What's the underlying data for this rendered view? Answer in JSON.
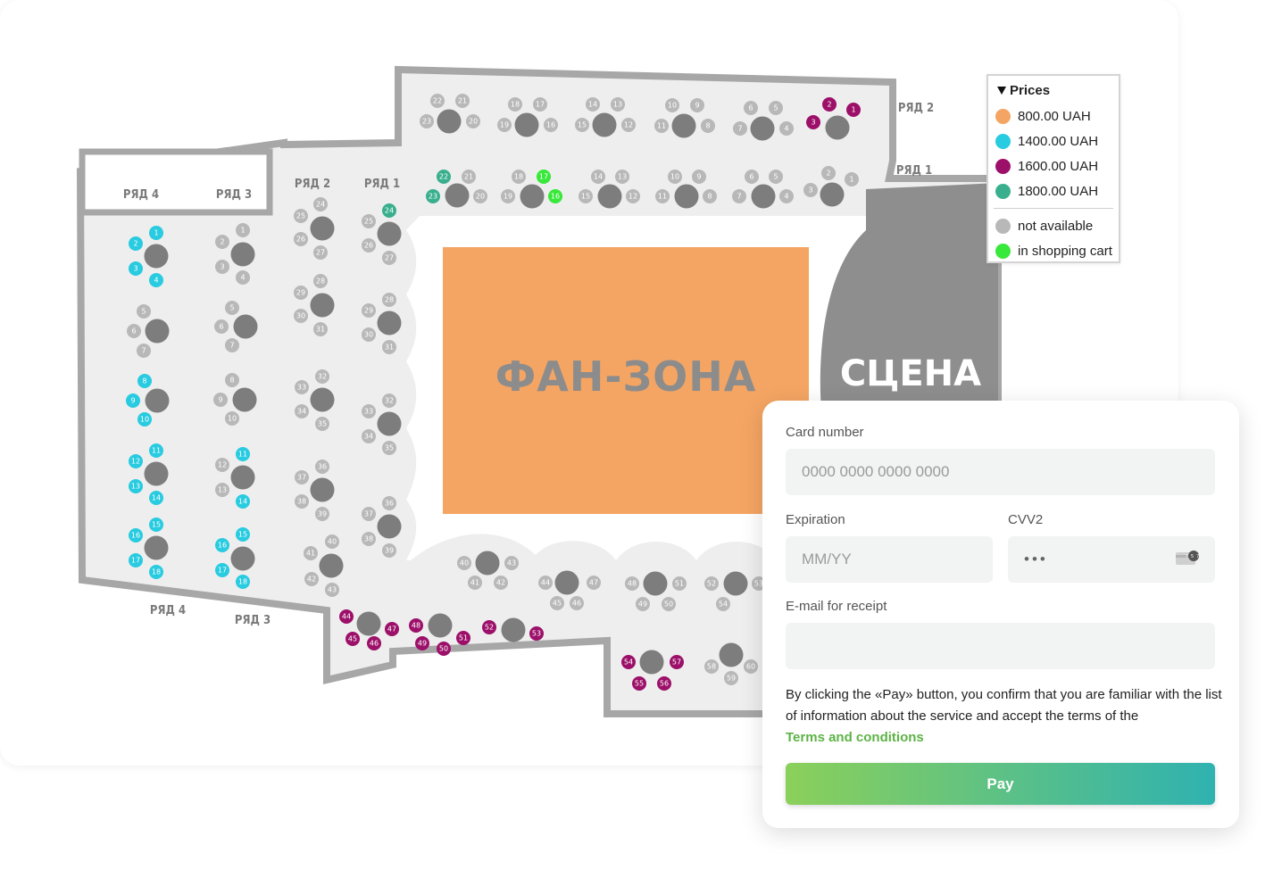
{
  "colors": {
    "c800": "#f4a563",
    "c1400": "#28cbe0",
    "c1600": "#9c1069",
    "c1800": "#3aaf8e",
    "na": "#b8b8b8",
    "cart": "#38e83a",
    "table": "#7d7d7d",
    "wall": "#a7a7a7",
    "floor": "#eeeeee",
    "fanzone": "#f4a563",
    "stage": "#8e8e8e",
    "accent": "#5db346"
  },
  "map": {
    "fanzone_label": "ФАН-ЗОНА",
    "stage_label": "СЦЕНА",
    "row_labels": [
      "РЯД 4",
      "РЯД 3",
      "РЯД 2",
      "РЯД 1",
      "РЯД 2",
      "РЯД 1",
      "РЯД 4",
      "РЯД 3"
    ],
    "tables": [
      {
        "seats": [
          {
            "n": "22",
            "c": "na"
          },
          {
            "n": "21",
            "c": "na"
          },
          {
            "n": "23",
            "c": "na"
          },
          {
            "n": "20",
            "c": "na"
          }
        ]
      },
      {
        "seats": [
          {
            "n": "18",
            "c": "na"
          },
          {
            "n": "17",
            "c": "na"
          },
          {
            "n": "19",
            "c": "na"
          },
          {
            "n": "16",
            "c": "na"
          }
        ]
      },
      {
        "seats": [
          {
            "n": "14",
            "c": "na"
          },
          {
            "n": "13",
            "c": "na"
          },
          {
            "n": "15",
            "c": "na"
          },
          {
            "n": "12",
            "c": "na"
          }
        ]
      },
      {
        "seats": [
          {
            "n": "10",
            "c": "na"
          },
          {
            "n": "9",
            "c": "na"
          },
          {
            "n": "11",
            "c": "na"
          },
          {
            "n": "8",
            "c": "na"
          }
        ]
      },
      {
        "seats": [
          {
            "n": "6",
            "c": "na"
          },
          {
            "n": "5",
            "c": "na"
          },
          {
            "n": "7",
            "c": "na"
          },
          {
            "n": "4",
            "c": "na"
          }
        ]
      },
      {
        "seats": [
          {
            "n": "2",
            "c": "c1600"
          },
          {
            "n": "1",
            "c": "c1600"
          },
          {
            "n": "3",
            "c": "c1600"
          }
        ]
      },
      {
        "seats": [
          {
            "n": "22",
            "c": "c1800"
          },
          {
            "n": "21",
            "c": "na"
          },
          {
            "n": "23",
            "c": "c1800"
          },
          {
            "n": "20",
            "c": "na"
          }
        ]
      },
      {
        "seats": [
          {
            "n": "18",
            "c": "na"
          },
          {
            "n": "17",
            "c": "cart"
          },
          {
            "n": "19",
            "c": "na"
          },
          {
            "n": "16",
            "c": "cart"
          }
        ]
      },
      {
        "seats": [
          {
            "n": "14",
            "c": "na"
          },
          {
            "n": "13",
            "c": "na"
          },
          {
            "n": "15",
            "c": "na"
          },
          {
            "n": "12",
            "c": "na"
          }
        ]
      },
      {
        "seats": [
          {
            "n": "10",
            "c": "na"
          },
          {
            "n": "9",
            "c": "na"
          },
          {
            "n": "11",
            "c": "na"
          },
          {
            "n": "8",
            "c": "na"
          }
        ]
      },
      {
        "seats": [
          {
            "n": "6",
            "c": "na"
          },
          {
            "n": "5",
            "c": "na"
          },
          {
            "n": "7",
            "c": "na"
          },
          {
            "n": "4",
            "c": "na"
          }
        ]
      },
      {
        "seats": [
          {
            "n": "2",
            "c": "na"
          },
          {
            "n": "1",
            "c": "na"
          },
          {
            "n": "3",
            "c": "na"
          }
        ]
      },
      {
        "seats": [
          {
            "n": "1",
            "c": "c1400"
          },
          {
            "n": "2",
            "c": "c1400"
          },
          {
            "n": "3",
            "c": "c1400"
          },
          {
            "n": "4",
            "c": "c1400"
          }
        ]
      },
      {
        "seats": [
          {
            "n": "5",
            "c": "na"
          },
          {
            "n": "6",
            "c": "na"
          },
          {
            "n": "7",
            "c": "na"
          }
        ]
      },
      {
        "seats": [
          {
            "n": "8",
            "c": "c1400"
          },
          {
            "n": "9",
            "c": "c1400"
          },
          {
            "n": "10",
            "c": "c1400"
          }
        ]
      },
      {
        "seats": [
          {
            "n": "11",
            "c": "c1400"
          },
          {
            "n": "12",
            "c": "c1400"
          },
          {
            "n": "13",
            "c": "c1400"
          },
          {
            "n": "14",
            "c": "c1400"
          }
        ]
      },
      {
        "seats": [
          {
            "n": "15",
            "c": "c1400"
          },
          {
            "n": "16",
            "c": "c1400"
          },
          {
            "n": "17",
            "c": "c1400"
          },
          {
            "n": "18",
            "c": "c1400"
          }
        ]
      },
      {
        "seats": [
          {
            "n": "1",
            "c": "na"
          },
          {
            "n": "2",
            "c": "na"
          },
          {
            "n": "3",
            "c": "na"
          },
          {
            "n": "4",
            "c": "na"
          }
        ]
      },
      {
        "seats": [
          {
            "n": "5",
            "c": "na"
          },
          {
            "n": "6",
            "c": "na"
          },
          {
            "n": "7",
            "c": "na"
          }
        ]
      },
      {
        "seats": [
          {
            "n": "8",
            "c": "na"
          },
          {
            "n": "9",
            "c": "na"
          },
          {
            "n": "10",
            "c": "na"
          }
        ]
      },
      {
        "seats": [
          {
            "n": "11",
            "c": "c1400"
          },
          {
            "n": "12",
            "c": "na"
          },
          {
            "n": "13",
            "c": "na"
          },
          {
            "n": "14",
            "c": "c1400"
          }
        ]
      },
      {
        "seats": [
          {
            "n": "15",
            "c": "c1400"
          },
          {
            "n": "16",
            "c": "c1400"
          },
          {
            "n": "17",
            "c": "c1400"
          },
          {
            "n": "18",
            "c": "c1400"
          }
        ]
      },
      {
        "seats": [
          {
            "n": "24",
            "c": "na"
          },
          {
            "n": "25",
            "c": "na"
          },
          {
            "n": "26",
            "c": "na"
          },
          {
            "n": "27",
            "c": "na"
          }
        ]
      },
      {
        "seats": [
          {
            "n": "28",
            "c": "na"
          },
          {
            "n": "29",
            "c": "na"
          },
          {
            "n": "30",
            "c": "na"
          },
          {
            "n": "31",
            "c": "na"
          }
        ]
      },
      {
        "seats": [
          {
            "n": "32",
            "c": "na"
          },
          {
            "n": "33",
            "c": "na"
          },
          {
            "n": "34",
            "c": "na"
          },
          {
            "n": "35",
            "c": "na"
          }
        ]
      },
      {
        "seats": [
          {
            "n": "36",
            "c": "na"
          },
          {
            "n": "37",
            "c": "na"
          },
          {
            "n": "38",
            "c": "na"
          },
          {
            "n": "39",
            "c": "na"
          }
        ]
      },
      {
        "seats": [
          {
            "n": "40",
            "c": "na"
          },
          {
            "n": "41",
            "c": "na"
          },
          {
            "n": "42",
            "c": "na"
          },
          {
            "n": "43",
            "c": "na"
          }
        ]
      },
      {
        "seats": [
          {
            "n": "24",
            "c": "c1800"
          },
          {
            "n": "25",
            "c": "na"
          },
          {
            "n": "26",
            "c": "na"
          },
          {
            "n": "27",
            "c": "na"
          }
        ]
      },
      {
        "seats": [
          {
            "n": "28",
            "c": "na"
          },
          {
            "n": "29",
            "c": "na"
          },
          {
            "n": "30",
            "c": "na"
          },
          {
            "n": "31",
            "c": "na"
          }
        ]
      },
      {
        "seats": [
          {
            "n": "32",
            "c": "na"
          },
          {
            "n": "33",
            "c": "na"
          },
          {
            "n": "34",
            "c": "na"
          },
          {
            "n": "35",
            "c": "na"
          }
        ]
      },
      {
        "seats": [
          {
            "n": "36",
            "c": "na"
          },
          {
            "n": "37",
            "c": "na"
          },
          {
            "n": "38",
            "c": "na"
          },
          {
            "n": "39",
            "c": "na"
          }
        ]
      },
      {
        "seats": [
          {
            "n": "40",
            "c": "na"
          },
          {
            "n": "43",
            "c": "na"
          },
          {
            "n": "41",
            "c": "na"
          },
          {
            "n": "42",
            "c": "na"
          }
        ]
      },
      {
        "seats": [
          {
            "n": "44",
            "c": "na"
          },
          {
            "n": "47",
            "c": "na"
          },
          {
            "n": "45",
            "c": "na"
          },
          {
            "n": "46",
            "c": "na"
          }
        ]
      },
      {
        "seats": [
          {
            "n": "48",
            "c": "na"
          },
          {
            "n": "51",
            "c": "na"
          },
          {
            "n": "49",
            "c": "na"
          },
          {
            "n": "50",
            "c": "na"
          }
        ]
      },
      {
        "seats": [
          {
            "n": "52",
            "c": "na"
          },
          {
            "n": "53",
            "c": "na"
          },
          {
            "n": "54",
            "c": "na"
          }
        ]
      },
      {
        "seats": [
          {
            "n": "44",
            "c": "c1600"
          },
          {
            "n": "45",
            "c": "c1600"
          },
          {
            "n": "46",
            "c": "c1600"
          },
          {
            "n": "47",
            "c": "c1600"
          }
        ]
      },
      {
        "seats": [
          {
            "n": "48",
            "c": "c1600"
          },
          {
            "n": "49",
            "c": "c1600"
          },
          {
            "n": "50",
            "c": "c1600"
          },
          {
            "n": "51",
            "c": "c1600"
          }
        ]
      },
      {
        "seats": [
          {
            "n": "52",
            "c": "c1600"
          },
          {
            "n": "53",
            "c": "c1600"
          }
        ]
      },
      {
        "seats": [
          {
            "n": "54",
            "c": "c1600"
          },
          {
            "n": "57",
            "c": "c1600"
          },
          {
            "n": "55",
            "c": "c1600"
          },
          {
            "n": "56",
            "c": "c1600"
          }
        ]
      },
      {
        "seats": [
          {
            "n": "58",
            "c": "na"
          },
          {
            "n": "59",
            "c": "na"
          },
          {
            "n": "60",
            "c": "na"
          }
        ]
      }
    ]
  },
  "legend": {
    "title": "Prices",
    "toggle_icon": "triangle-down-icon",
    "items": [
      {
        "label": "800.00 UAH",
        "color": "#f4a563"
      },
      {
        "label": "1400.00 UAH",
        "color": "#28cbe0"
      },
      {
        "label": "1600.00 UAH",
        "color": "#9c1069"
      },
      {
        "label": "1800.00 UAH",
        "color": "#3aaf8e"
      }
    ],
    "status": [
      {
        "label": "not available",
        "color": "#b8b8b8"
      },
      {
        "label": "in shopping cart",
        "color": "#38e83a"
      }
    ]
  },
  "payment": {
    "card_label": "Card number",
    "card_placeholder": "0000 0000 0000 0000",
    "exp_label": "Expiration",
    "exp_placeholder": "MM/YY",
    "cvv_label": "CVV2",
    "cvv_value": "•••",
    "cvv_icon_label": "757",
    "email_label": "E-mail for receipt",
    "email_value": "",
    "notice": "By clicking the «Pay» button, you confirm that you are familiar with the list of information about the service and accept the terms of the",
    "terms_link": "Terms and conditions",
    "pay_label": "Pay"
  }
}
